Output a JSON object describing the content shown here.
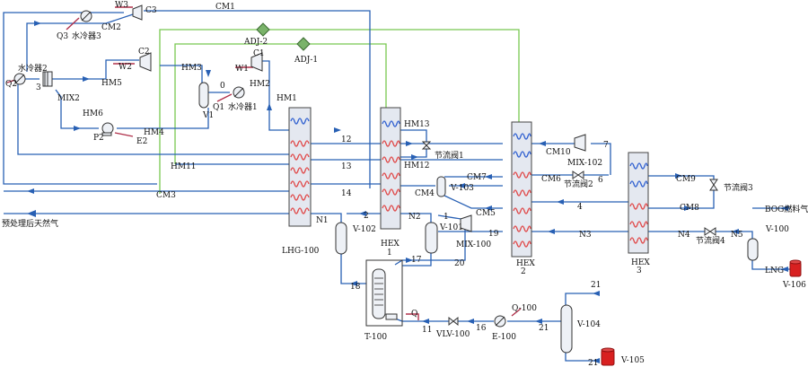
{
  "labels": {
    "W3": "W3",
    "C3": "C3",
    "CM1": "CM1",
    "CM2": "CM2",
    "Q3": "Q3",
    "cooler3": "水冷器3",
    "ADJ2": "ADJ-2",
    "ADJ1": "ADJ-1",
    "C2": "C2",
    "W2": "W2",
    "C1": "C1",
    "W1": "W1",
    "HM3": "HM3",
    "HM2": "HM2",
    "HM5": "HM5",
    "HM6": "HM6",
    "HM4": "HM4",
    "HM1": "HM1",
    "HM11": "HM11",
    "HM12": "HM12",
    "HM13": "HM13",
    "cooler2": "水冷器2",
    "Q2": "Q2",
    "s3": "3",
    "MIX2": "MIX2",
    "s0": "0",
    "Q1": "Q1",
    "cooler1": "水冷器1",
    "V1": "V1",
    "P2": "P2",
    "E2": "E2",
    "CM3": "CM3",
    "s12": "12",
    "s13": "13",
    "s14": "14",
    "valve1": "节流阀1",
    "CM4": "CM4",
    "V103": "V-103",
    "CM7": "CM7",
    "CM5": "CM5",
    "CM10": "CM10",
    "MIX102": "MIX-102",
    "s7": "7",
    "CM6": "CM6",
    "valve2": "节流阀2",
    "s6": "6",
    "CM9": "CM9",
    "valve3": "节流阀3",
    "CM8": "CM8",
    "s4": "4",
    "feed": "预处理后天然气",
    "N1": "N1",
    "s2": "2",
    "V102": "V-102",
    "N2": "N2",
    "s1": "1",
    "V101": "V-101",
    "MIX100": "MIX-100",
    "s19": "19",
    "N3": "N3",
    "N4": "N4",
    "valve4": "节流阀4",
    "N5": "N5",
    "V100": "V-100",
    "BOG": "BOG燃料气",
    "LNG": "LNG",
    "V106": "V-106",
    "LHG100": "LHG-100",
    "HEX1a": "HEX",
    "HEX1b": "1",
    "HEX2a": "HEX",
    "HEX2b": "2",
    "HEX3a": "HEX",
    "HEX3b": "3",
    "s17": "17",
    "s20": "20",
    "s18": "18",
    "T100": "T-100",
    "Q": "Q",
    "s11": "11",
    "VLV100": "VLV-100",
    "s16": "16",
    "Q100": "Q-100",
    "E100": "E-100",
    "s21a": "21",
    "V104": "V-104",
    "s21b": "21",
    "s21c": "21",
    "V105": "V-105"
  },
  "colors": {
    "material_stream": "#2860b4",
    "energy_stream": "#b0304a",
    "logic_stream": "#78c850",
    "product_tank": "#d82020"
  }
}
